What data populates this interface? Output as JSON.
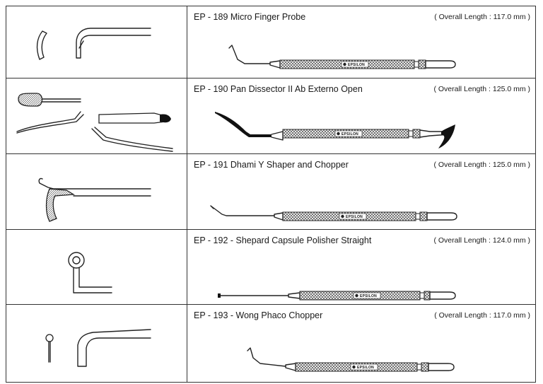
{
  "brand": "EPSILON",
  "length_prefix": "( Overall Length : ",
  "length_suffix": " )",
  "products": [
    {
      "code": "EP - 189",
      "name": "EP - 189 Micro Finger Probe",
      "length_label": "( Overall Length : 117.0 mm )",
      "length_mm": 117.0
    },
    {
      "code": "EP - 190",
      "name": "EP - 190 Pan Dissector II Ab Externo Open",
      "length_label": "( Overall Length : 125.0 mm )",
      "length_mm": 125.0
    },
    {
      "code": "EP - 191",
      "name": "EP - 191 Dhami Y Shaper and Chopper",
      "length_label": "( Overall Length : 125.0 mm )",
      "length_mm": 125.0
    },
    {
      "code": "EP - 192",
      "name": "EP - 192 - Shepard Capsule Polisher Straight",
      "length_label": "( Overall Length : 124.0 mm )",
      "length_mm": 124.0
    },
    {
      "code": "EP - 193",
      "name": "EP - 193 - Wong Phaco Chopper",
      "length_label": "( Overall Length : 117.0 mm )",
      "length_mm": 117.0
    }
  ]
}
